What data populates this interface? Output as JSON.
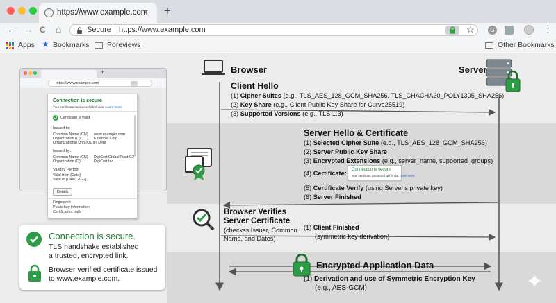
{
  "browser": {
    "tab_title": "https://www.example.com",
    "tab_close": "×",
    "new_tab": "+",
    "nav_back": "←",
    "nav_forward": "→",
    "nav_reload": "C",
    "nav_home": "⌂",
    "secure_label": "Secure",
    "separator": "|",
    "url": "https://www.example.com",
    "star": "☆",
    "menu": "⋮",
    "ext_letter": "G"
  },
  "bookmarks_bar": {
    "apps": "Apps",
    "bookmarks": "Bookmarks",
    "poreviews": "Poreviews",
    "other": "Other Bookmarks"
  },
  "mini_browser": {
    "url": "https://www.example.com",
    "new_tab": "+",
    "popup": {
      "title": "Connection is secure",
      "subtitle": "Your certificate connected within uis.",
      "learn_more": "Learn more.",
      "valid": "Certificate is valid",
      "issued_to_heading": "Issued to:",
      "issued_to_labels": [
        "Common Name (CN)",
        "Organization (O)",
        "Organizational Unit (OU)"
      ],
      "issued_to_values": [
        "www.example.com",
        "Example Corp",
        "IT Dept"
      ],
      "issued_by_heading": "Issued by:",
      "issued_by_labels": [
        "Common Name (CN)",
        "Organization (O)"
      ],
      "issued_by_values": [
        "DigiCert Global Root G2",
        "DigiCert Inc."
      ],
      "validity_heading": "Validity Period:",
      "valid_from": "Valid from [Date]",
      "valid_to": "Valid to [Date, 2022]",
      "details_button": "Details",
      "fingerprint": "Fingerprint",
      "public_key": "Public key information",
      "cert_path": "Certification path"
    }
  },
  "secure_card": {
    "title": "Connection is secure.",
    "line1": "TLS handshake established",
    "line2": "a trusted, encrypted link.",
    "line3": "Browser verified certificate issued",
    "line4": "to www.example.com."
  },
  "diagram": {
    "browser_label": "Browser",
    "server_label": "Server",
    "client_hello": {
      "title": "Client Hello",
      "items": [
        {
          "num": "(1)",
          "bold": "Cipher Suites",
          "rest": " (e.g., TLS_AES_128_GCM_SHA256, TLS_CHACHA20_POLY1305_SHA256)"
        },
        {
          "num": "(2)",
          "bold": "Key Share",
          "rest": " (e.g., Client Public Key Share for Curve25519)"
        },
        {
          "num": "(3)",
          "bold": "Supported Versions",
          "rest": " (e.g., TLS 1.3)"
        }
      ]
    },
    "server_hello": {
      "title": "Server Hello & Certificate",
      "items": [
        {
          "num": "(1)",
          "bold": "Selected Cipher Suite",
          "rest": " (e.g., TLS_AES_128_GCM_SHA256)"
        },
        {
          "num": "(2)",
          "bold": "Server Public Key Share",
          "rest": ""
        },
        {
          "num": "(3)",
          "bold": "Encrypted Extensions",
          "rest": " (e.g., server_name, supported_groups)"
        },
        {
          "num": "(4)",
          "bold": "Certificate:",
          "rest": ""
        },
        {
          "num": "(5)",
          "bold": "Certificate Verify",
          "rest": " (using Server's private key)"
        },
        {
          "num": "(6)",
          "bold": "Server Finished",
          "rest": ""
        }
      ],
      "cert_box_title": "Connection is secure",
      "cert_box_sub": "Your certificate connected within uis.",
      "cert_box_link": "Learn more."
    },
    "verify": {
      "title1": "Browser Verifies",
      "title2": "Server Certificate",
      "desc1": "(checkss Issuer, Common",
      "desc2": "Name, and Dates)",
      "item_num": "(1)",
      "item_bold": "Client Finished",
      "item_rest": "(symmetric key derivation)"
    },
    "encrypted": {
      "title": "Encrypted Application Data",
      "item_num": "(1)",
      "item_bold1": "Derivation and use of Symmetric Encryption Key",
      "item_rest": "(e.g., AES-GCM)"
    }
  },
  "colors": {
    "green": "#2e9b46",
    "dark_green": "#1f7a33",
    "blue_link": "#1a63c7"
  }
}
